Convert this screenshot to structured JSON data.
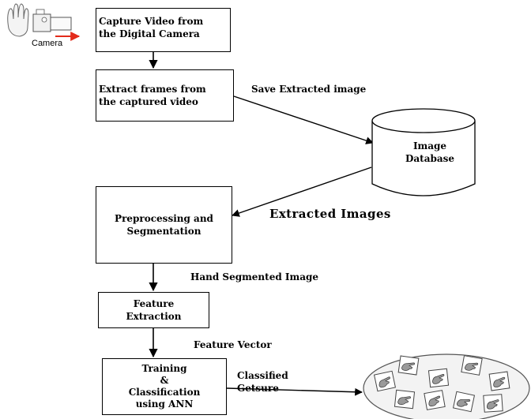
{
  "diagram": {
    "camera_label": "Camera",
    "boxes": {
      "capture": "Capture Video from\nthe Digital Camera",
      "extract": "Extract frames from\nthe captured video",
      "database": "Image\nDatabase",
      "preprocessing": "Preprocessing and\nSegmentation",
      "feature_extraction": "Feature\nExtraction",
      "training": "Training\n&\nClassification\nusing ANN"
    },
    "edge_labels": {
      "save_extracted": "Save Extracted image",
      "extracted_images": "Extracted Images",
      "hand_segmented": "Hand Segmented Image",
      "feature_vector": "Feature Vector",
      "classified_gesture": "Classified\nGetsure"
    },
    "icons": [
      "hand-icon",
      "video-camera-icon",
      "gesture-hand-icon"
    ]
  }
}
